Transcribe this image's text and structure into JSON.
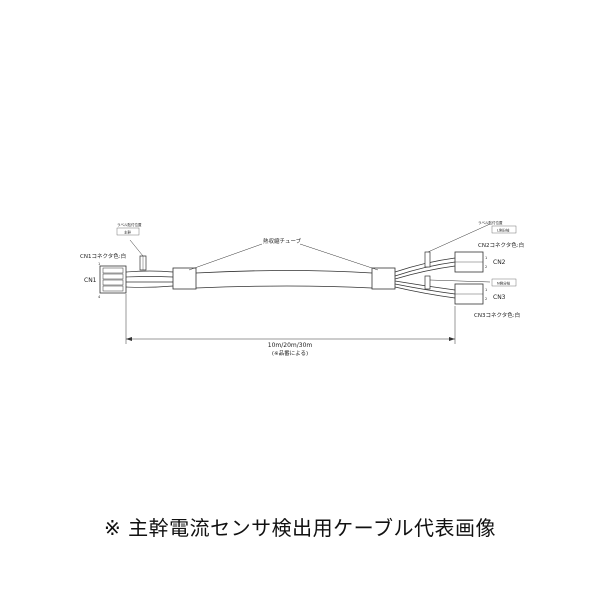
{
  "diagram": {
    "label_cn1": "CN1",
    "label_cn1_color": "CN1コネクタ色:白",
    "label_cn2": "CN2",
    "label_cn2_color": "CN2コネクタ色:白",
    "label_cn3": "CN3",
    "label_cn3_color": "CN3コネクタ色:白",
    "label_tube": "熱収縮チューブ",
    "label_length": "10m/20m/30m",
    "label_length_note": "(※品番による)",
    "label_tag_cn1_note": "ラベル貼付位置",
    "label_tag_cn1": "主幹",
    "label_tag_cn2_note": "ラベル貼付位置",
    "label_tag_cn2": "L側分岐",
    "label_tag_cn3": "N側分岐",
    "pin_1": "1",
    "pin_4": "4",
    "pin_cn2_top": "1",
    "pin_cn2_bottom": "2"
  },
  "caption": "※ 主幹電流センサ検出用ケーブル代表画像"
}
